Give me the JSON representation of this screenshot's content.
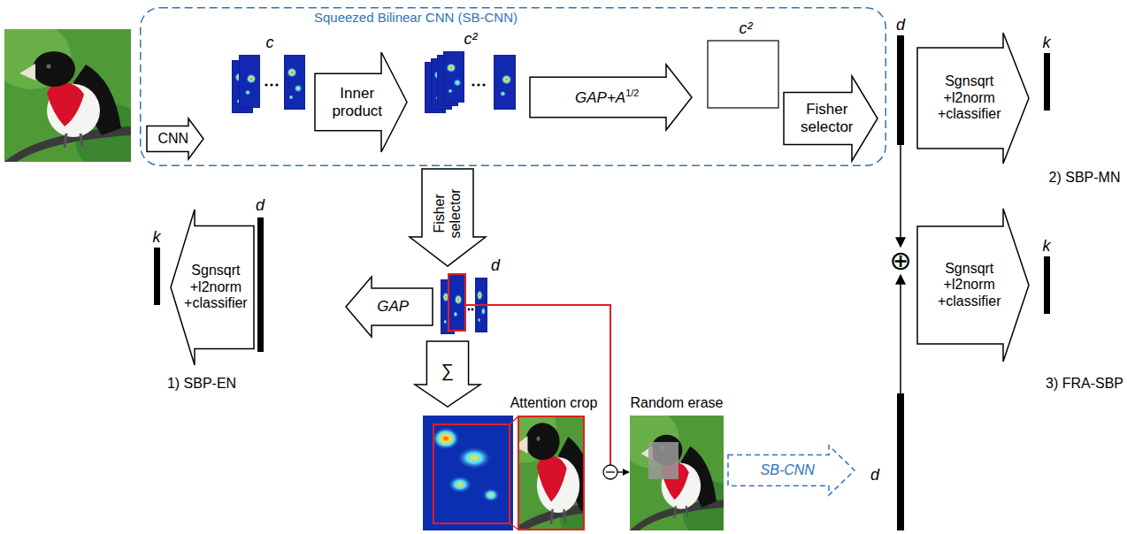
{
  "diagram": {
    "nodes": [
      {
        "text": [
          "Squeezed Bilinear CNN (SB-CNN)"
        ]
      },
      {
        "text": [
          "CNN"
        ],
        "in": 0
      },
      {
        "text": [
          "Inner product"
        ],
        "in": 0
      },
      {
        "text": [
          "GAP+A",
          "1/2"
        ],
        "in": 0
      },
      {
        "text": [
          "Fisher selector"
        ],
        "in": 0
      },
      {
        "text": [
          "d"
        ]
      },
      {
        "text": [
          "Sgnsqrt +l2norm +classifier"
        ]
      },
      {
        "text": [
          "Fisher selector"
        ]
      },
      {
        "text": [
          "GAP"
        ]
      },
      {
        "text": [
          "Sgnsqrt +l2norm +classifier"
        ]
      },
      {
        "text": [
          "∑"
        ]
      },
      {
        "text": [
          "SB-CNN"
        ]
      },
      {
        "text": [
          "⊕"
        ]
      },
      {
        "text": [
          "d"
        ]
      },
      {
        "text": [
          "Sgnsqrt +l2norm +classifier"
        ]
      }
    ],
    "edges": [
      {
        "from": 5,
        "to": 12,
        "arrow": "to"
      },
      {
        "from": 13,
        "to": 12,
        "arrow": "to"
      }
    ],
    "labels": [
      "c",
      "c²",
      "c²",
      "k",
      "2) SBP-MN",
      "d",
      "d",
      "k",
      "1) SBP-EN",
      "Attention crop",
      "Random erase",
      "k",
      "3) FRA-SBP"
    ]
  }
}
